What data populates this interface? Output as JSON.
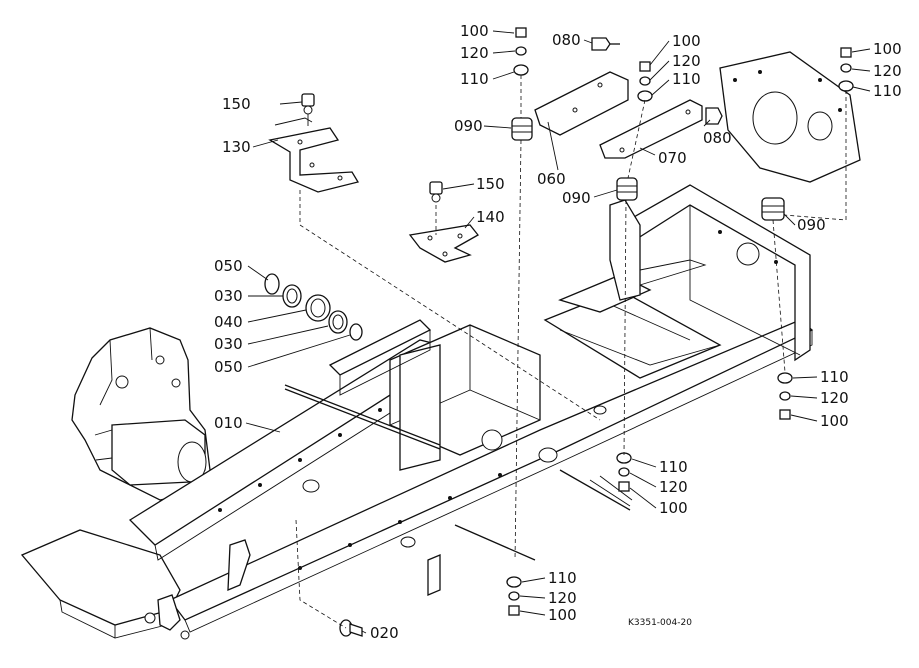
{
  "labels": {
    "p100_a": "100",
    "p120_a": "120",
    "p110_a": "110",
    "p080_a": "080",
    "p100_b": "100",
    "p120_b": "120",
    "p110_b": "110",
    "p080_b": "080",
    "p100_c": "100",
    "p120_c": "120",
    "p110_c": "110",
    "p150_a": "150",
    "p130": "130",
    "p090_a": "090",
    "p060": "060",
    "p070": "070",
    "p090_b": "090",
    "p090_c": "090",
    "p150_b": "150",
    "p140": "140",
    "p050_a": "050",
    "p030_a": "030",
    "p040": "040",
    "p030_b": "030",
    "p050_b": "050",
    "p010": "010",
    "p110_d": "110",
    "p120_d": "120",
    "p100_d": "100",
    "p110_e": "110",
    "p120_e": "120",
    "p100_e": "100",
    "p110_f": "110",
    "p120_f": "120",
    "p100_f": "100",
    "p020": "020"
  },
  "drawing_code": "K3351-004-20"
}
